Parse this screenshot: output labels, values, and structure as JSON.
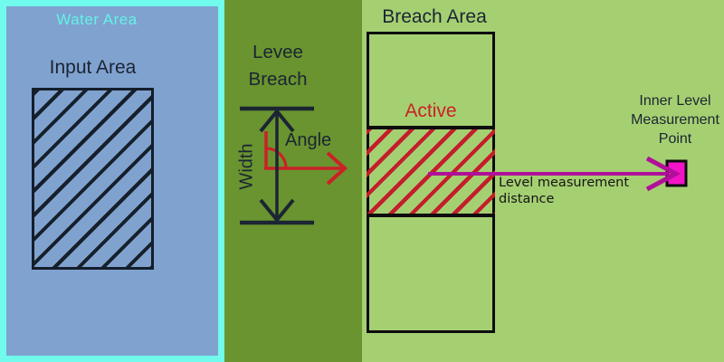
{
  "colors": {
    "water_fill": "#80a2cf",
    "water_border_cyan": "#70fbec",
    "levee_zone_green": "#69942f",
    "inner_zone_green": "#a5d072",
    "hatch_navy": "#16202c",
    "accent_red": "#c41e2c",
    "magenta_line": "#b01098",
    "point_fill_pink": "#f414c8",
    "text_dark": "#1b2533"
  },
  "water": {
    "label": "Water Area",
    "input_label": "Input Area"
  },
  "levee": {
    "title": "Levee Breach",
    "width_label": "Width",
    "angle_label": "Angle"
  },
  "breach": {
    "title": "Breach Area",
    "active_label": "Active"
  },
  "measurement": {
    "point_label": "Inner Level Measurement Point",
    "distance_label": "Level measurement distance"
  }
}
